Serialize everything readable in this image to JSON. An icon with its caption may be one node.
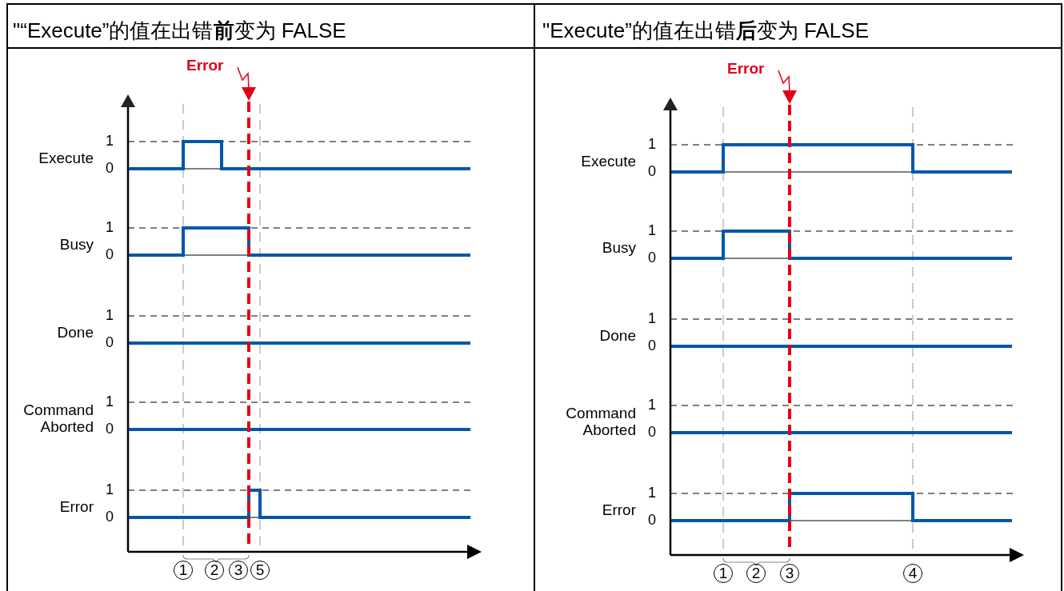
{
  "diagram": {
    "labels": [
      "\"“Execute”的值在出错**前**变为 FALSE",
      "\"Execute”的值在出错**后**变为 FALSE",
      "Error",
      "Execute",
      "1",
      "0",
      "Busy",
      "1",
      "0",
      "Done",
      "1",
      "0",
      "Command Aborted",
      "1",
      "0",
      "Error",
      "1",
      "0",
      "1",
      "2",
      "3",
      "5",
      "Error",
      "Execute",
      "1",
      "0",
      "Busy",
      "1",
      "0",
      "Done",
      "1",
      "0",
      "Command Aborted",
      "1",
      "0",
      "Error",
      "1",
      "0",
      "1",
      "2",
      "3",
      "4"
    ]
  }
}
